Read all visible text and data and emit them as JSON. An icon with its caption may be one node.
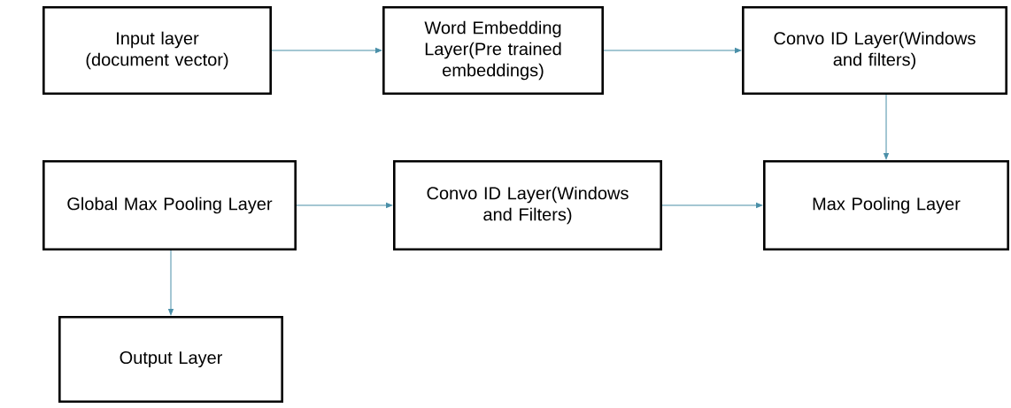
{
  "diagram": {
    "nodes": [
      {
        "text": [
          "Input layer (document vector)"
        ]
      },
      {
        "text": [
          "Word Embedding Layer(Pre trained embeddings)"
        ]
      },
      {
        "text": [
          "Convo ID Layer(Windows and filters)"
        ]
      },
      {
        "text": [
          "Global Max Pooling Layer"
        ]
      },
      {
        "text": [
          "Convo ID Layer(Windows and Filters)"
        ]
      },
      {
        "text": [
          "Max Pooling Layer"
        ]
      },
      {
        "text": [
          "Output Layer"
        ]
      }
    ],
    "edges": [
      {
        "from": 0,
        "to": 1,
        "arrow": "to"
      },
      {
        "from": 1,
        "to": 2,
        "arrow": "to"
      },
      {
        "from": 2,
        "to": 5,
        "arrow": "to"
      },
      {
        "from": 3,
        "to": 4,
        "arrow": "to"
      },
      {
        "from": 4,
        "to": 5,
        "arrow": "to"
      },
      {
        "from": 3,
        "to": 6,
        "arrow": "to"
      }
    ]
  }
}
